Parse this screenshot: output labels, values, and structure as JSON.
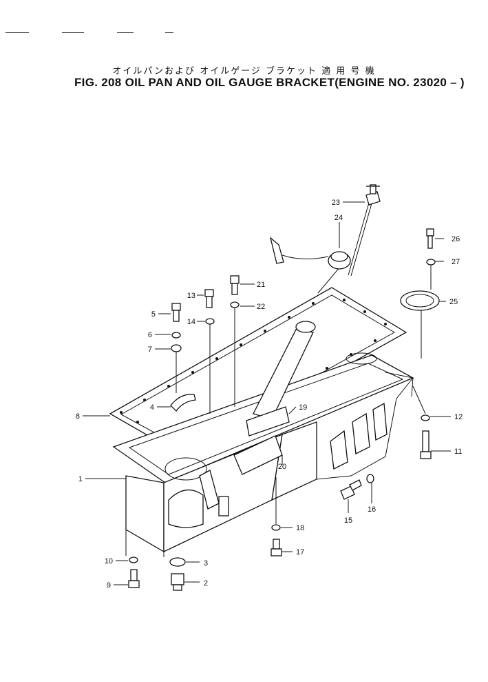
{
  "header": {
    "jp_title": "オイルパンおよび オイルゲージ ブラケット 適 用 号 機",
    "fig_title": "FIG. 208  OIL PAN AND OIL GAUGE BRACKET(ENGINE NO. 23020 –  )"
  },
  "callouts": [
    "1",
    "2",
    "3",
    "4",
    "5",
    "6",
    "7",
    "8",
    "9",
    "10",
    "11",
    "12",
    "13",
    "14",
    "15",
    "16",
    "17",
    "18",
    "19",
    "20",
    "21",
    "22",
    "23",
    "24",
    "25",
    "26",
    "27"
  ]
}
